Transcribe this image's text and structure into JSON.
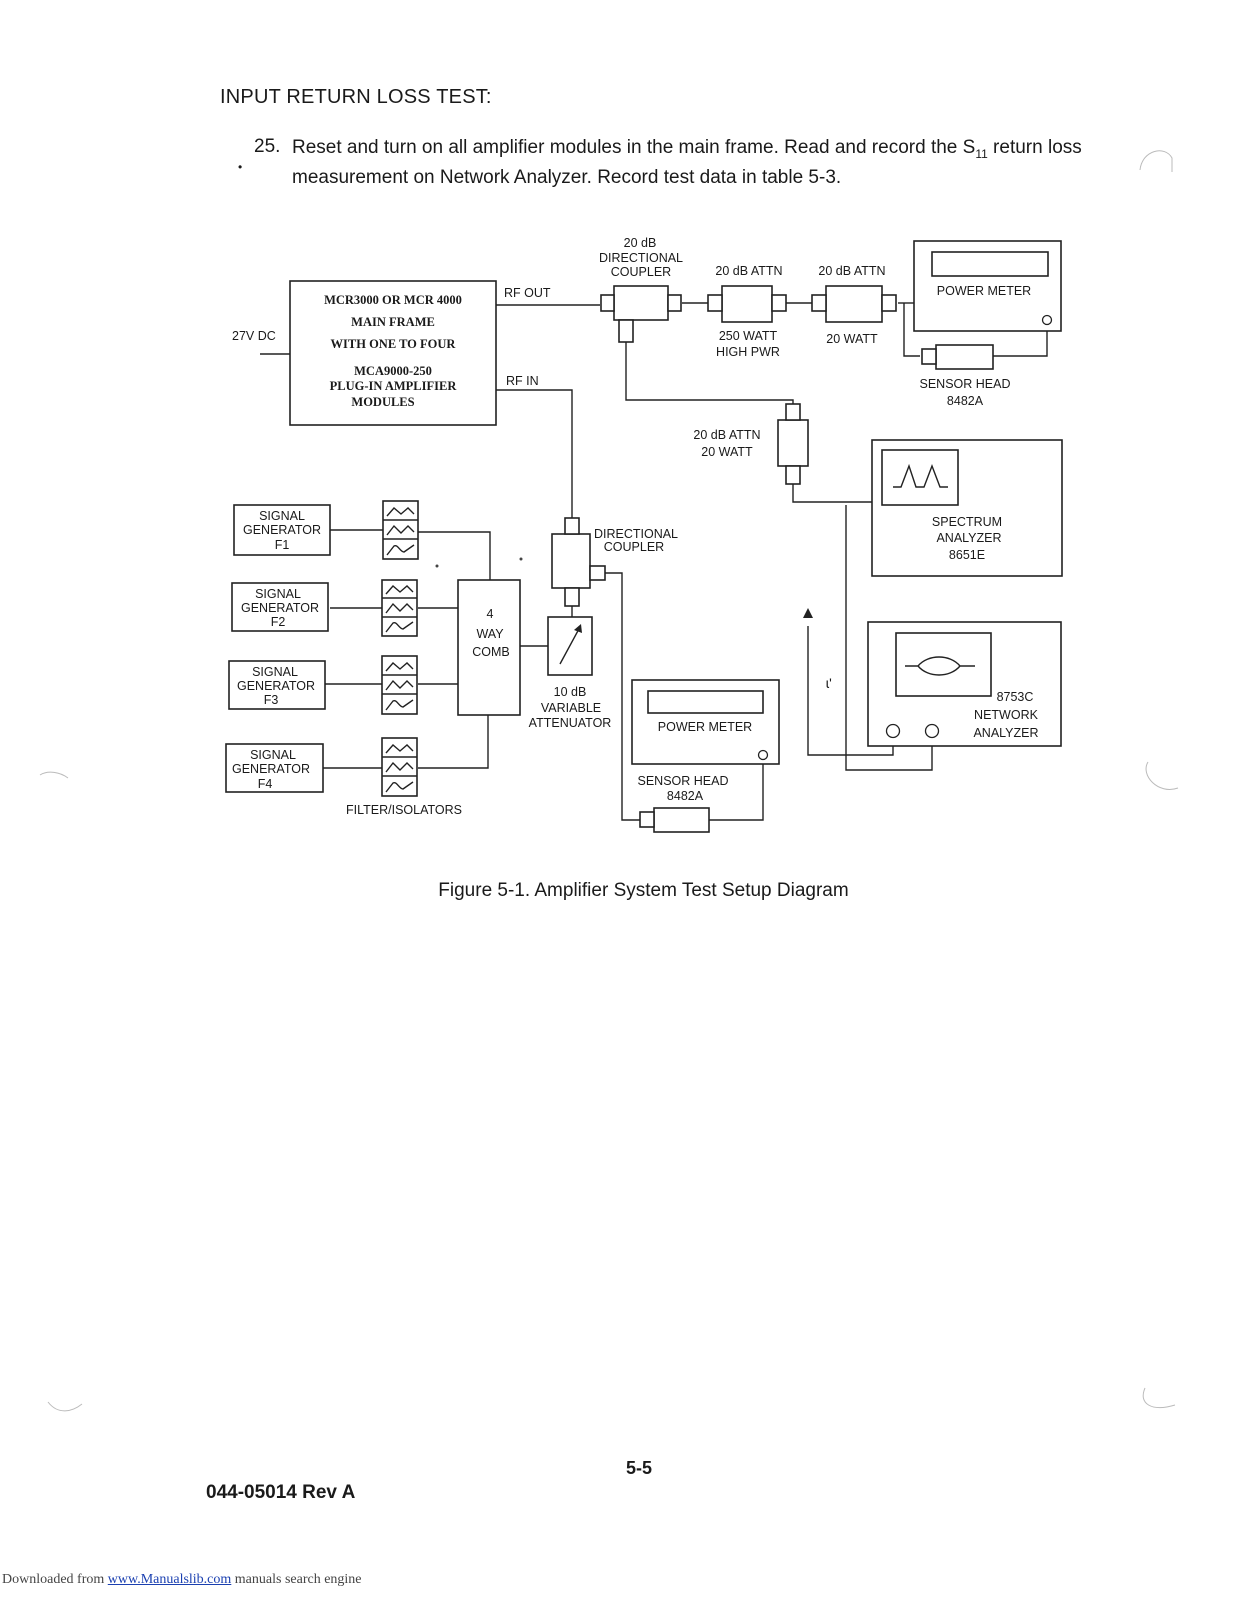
{
  "heading": "INPUT RETURN LOSS TEST:",
  "step": {
    "number": "25.",
    "text_before_sub": "Reset and turn on all amplifier modules in the main frame.  Read and record the S",
    "subscript": "11",
    "text_after_sub": " return loss measurement on Network Analyzer.  Record test data in table 5-3."
  },
  "diagram": {
    "main_frame": {
      "line1": "MCR3000 OR MCR 4000",
      "line2": "MAIN FRAME",
      "line3": "WITH ONE TO FOUR",
      "line4": "MCA9000-250",
      "line5": "PLUG-IN AMPLIFIER",
      "line6": "MODULES"
    },
    "dc_label": "27V DC",
    "rf_out": "RF OUT",
    "rf_in": "RF IN",
    "dir_coupler_top": {
      "line1": "20 dB",
      "line2": "DIRECTIONAL",
      "line3": "COUPLER"
    },
    "attn1": {
      "title": "20 dB ATTN",
      "sub1": "250 WATT",
      "sub2": "HIGH PWR"
    },
    "attn2": {
      "title": "20 dB ATTN",
      "sub1": "20 WATT"
    },
    "power_meter_top": "POWER METER",
    "sensor_head_top": {
      "line1": "SENSOR HEAD",
      "line2": "8482A"
    },
    "attn3": {
      "line1": "20 dB ATTN",
      "line2": "20 WATT"
    },
    "spectrum_analyzer": {
      "line1": "SPECTRUM",
      "line2": "ANALYZER",
      "line3": "8651E"
    },
    "dir_coupler_mid": {
      "line1": "DIRECTIONAL",
      "line2": "COUPLER"
    },
    "network_analyzer": {
      "model": "8753C",
      "line1": "NETWORK",
      "line2": "ANALYZER"
    },
    "signal_generators": [
      {
        "line1": "SIGNAL",
        "line2": "GENERATOR",
        "line3": "F1"
      },
      {
        "line1": "SIGNAL",
        "line2": "GENERATOR",
        "line3": "F2"
      },
      {
        "line1": "SIGNAL",
        "line2": "GENERATOR",
        "line3": "F3"
      },
      {
        "line1": "SIGNAL",
        "line2": "GENERATOR",
        "line3": "F4"
      }
    ],
    "filters_label": "FILTER/ISOLATORS",
    "combiner": {
      "line1": "4",
      "line2": "WAY",
      "line3": "COMB"
    },
    "var_attn": {
      "line1": "10 dB",
      "line2": "VARIABLE",
      "line3": "ATTENUATOR"
    },
    "power_meter_bottom": "POWER METER",
    "sensor_head_bottom": {
      "line1": "SENSOR HEAD",
      "line2": "8482A"
    }
  },
  "caption": "Figure 5-1. Amplifier System Test Setup Diagram",
  "page_number": "5-5",
  "doc_id": "044-05014 Rev A",
  "footer": {
    "prefix": "Downloaded from ",
    "link": "www.Manualslib.com",
    "suffix": " manuals search engine"
  },
  "colors": {
    "ink": "#1a1a1a",
    "link": "#1a3fb0"
  }
}
